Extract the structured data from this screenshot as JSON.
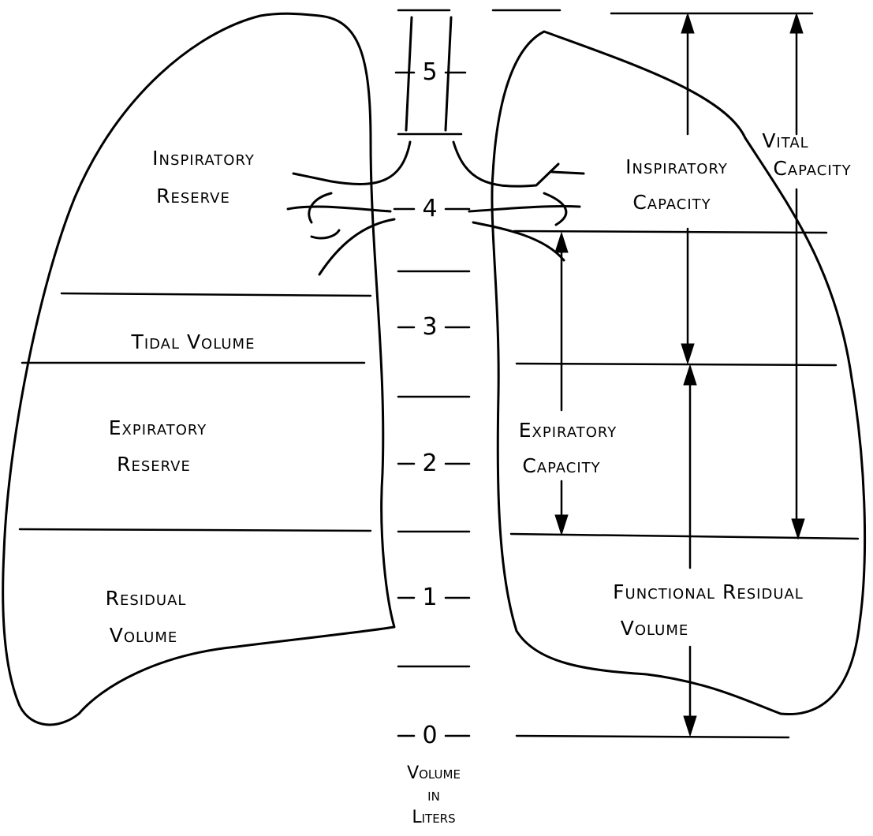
{
  "left_labels": {
    "inspiratory_reserve_line1": "Inspiratory",
    "inspiratory_reserve_line2": "Reserve",
    "tidal_volume": "Tidal Volume",
    "expiratory_reserve_line1": "Expiratory",
    "expiratory_reserve_line2": "Reserve",
    "residual_volume_line1": "Residual",
    "residual_volume_line2": "Volume"
  },
  "right_labels": {
    "vital_capacity_line1": "Vital",
    "vital_capacity_line2": "Capacity",
    "inspiratory_capacity_line1": "Inspiratory",
    "inspiratory_capacity_line2": "Capacity",
    "expiratory_capacity_line1": "Expiratory",
    "expiratory_capacity_line2": "Capacity",
    "functional_residual_line1": "Functional Residual",
    "functional_residual_line2": "Volume"
  },
  "axis": {
    "ticks": [
      "5",
      "4",
      "3",
      "2",
      "1",
      "0"
    ],
    "caption_line1": "Volume",
    "caption_line2": "in",
    "caption_line3": "Liters"
  }
}
